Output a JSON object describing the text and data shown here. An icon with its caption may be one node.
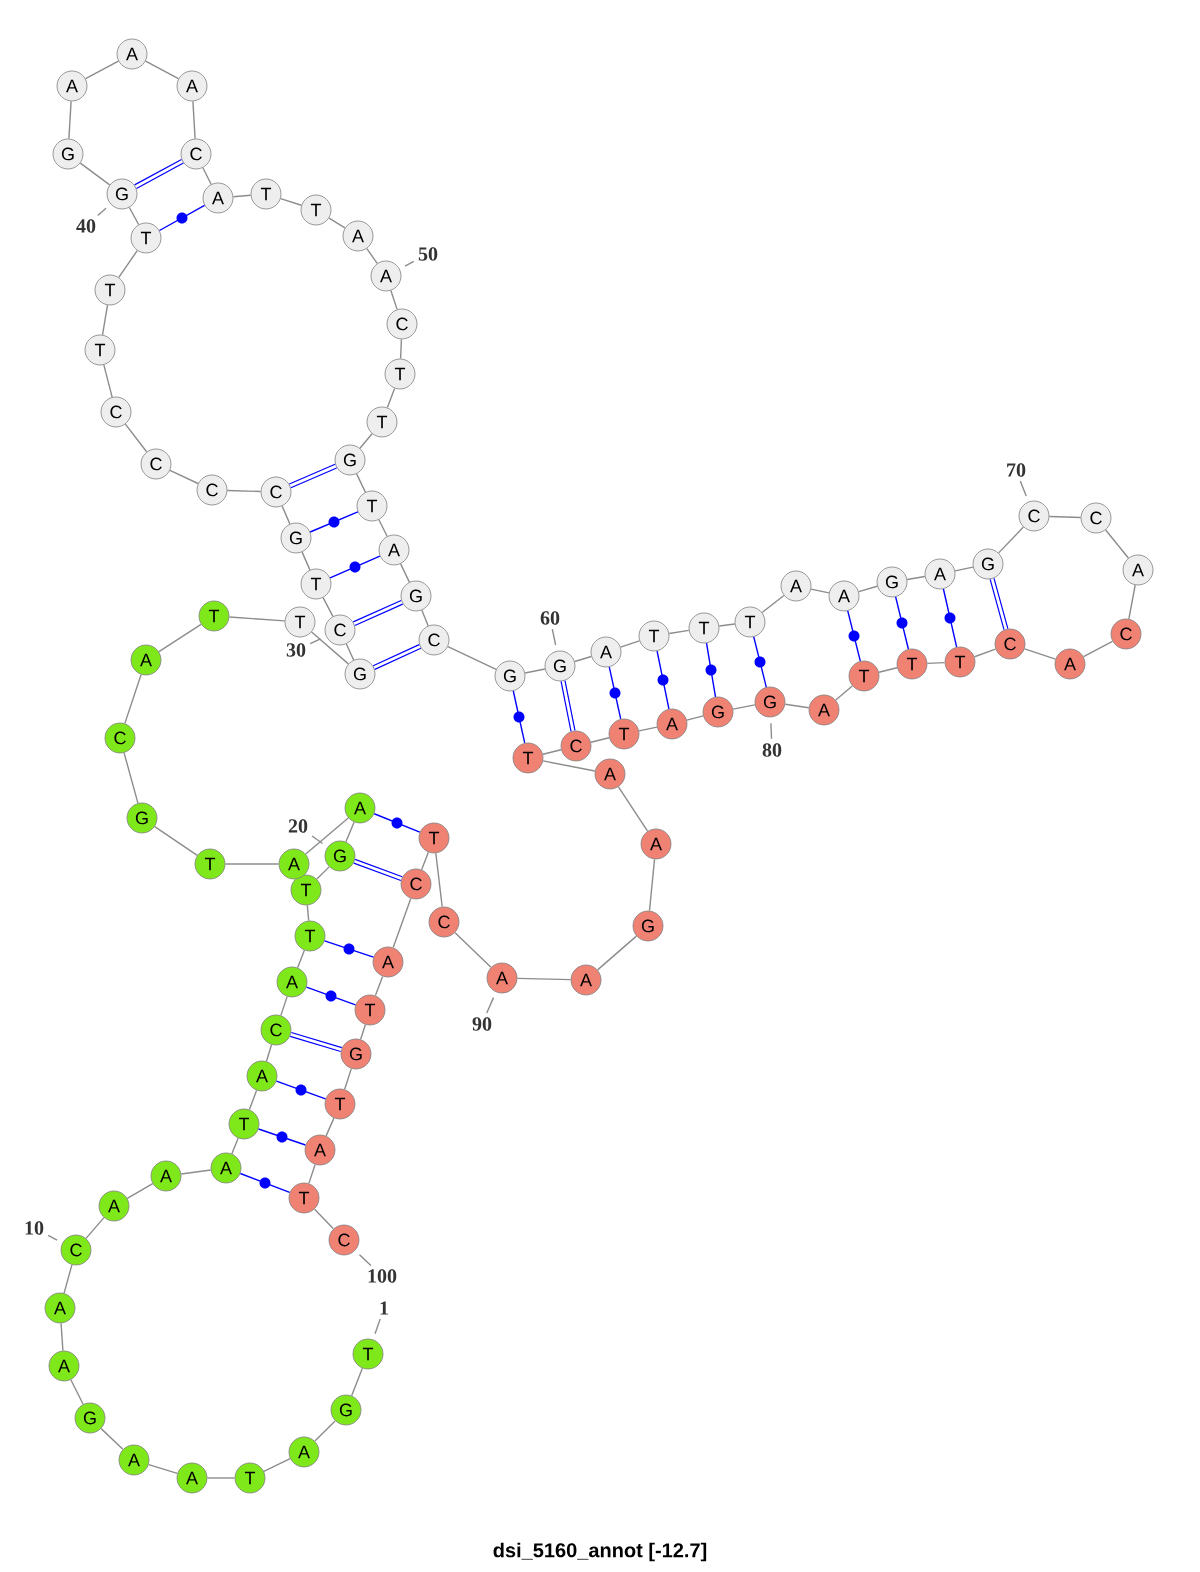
{
  "diagram": {
    "caption": "dsi_5160_annot [-12.7]",
    "nodes": [
      {
        "text": [
          "T"
        ]
      },
      {
        "text": [
          "G"
        ]
      },
      {
        "text": [
          "A"
        ]
      },
      {
        "text": [
          "T"
        ]
      },
      {
        "text": [
          "A"
        ]
      },
      {
        "text": [
          "A"
        ]
      },
      {
        "text": [
          "G"
        ]
      },
      {
        "text": [
          "A"
        ]
      },
      {
        "text": [
          "A"
        ]
      },
      {
        "text": [
          "C"
        ]
      },
      {
        "text": [
          "A"
        ]
      },
      {
        "text": [
          "A"
        ]
      },
      {
        "text": [
          "A"
        ]
      },
      {
        "text": [
          "T"
        ]
      },
      {
        "text": [
          "A"
        ]
      },
      {
        "text": [
          "C"
        ]
      },
      {
        "text": [
          "A"
        ]
      },
      {
        "text": [
          "T"
        ]
      },
      {
        "text": [
          "T"
        ]
      },
      {
        "text": [
          "G"
        ]
      },
      {
        "text": [
          "A"
        ]
      },
      {
        "text": [
          "A"
        ]
      },
      {
        "text": [
          "T"
        ]
      },
      {
        "text": [
          "G"
        ]
      },
      {
        "text": [
          "C"
        ]
      },
      {
        "text": [
          "A"
        ]
      },
      {
        "text": [
          "T"
        ]
      },
      {
        "text": [
          "T"
        ]
      },
      {
        "text": [
          "G"
        ]
      },
      {
        "text": [
          "C"
        ]
      },
      {
        "text": [
          "T"
        ]
      },
      {
        "text": [
          "G"
        ]
      },
      {
        "text": [
          "C"
        ]
      },
      {
        "text": [
          "C"
        ]
      },
      {
        "text": [
          "C"
        ]
      },
      {
        "text": [
          "C"
        ]
      },
      {
        "text": [
          "T"
        ]
      },
      {
        "text": [
          "T"
        ]
      },
      {
        "text": [
          "T"
        ]
      },
      {
        "text": [
          "G"
        ]
      },
      {
        "text": [
          "G"
        ]
      },
      {
        "text": [
          "A"
        ]
      },
      {
        "text": [
          "A"
        ]
      },
      {
        "text": [
          "A"
        ]
      },
      {
        "text": [
          "C"
        ]
      },
      {
        "text": [
          "A"
        ]
      },
      {
        "text": [
          "T"
        ]
      },
      {
        "text": [
          "T"
        ]
      },
      {
        "text": [
          "A"
        ]
      },
      {
        "text": [
          "A"
        ]
      },
      {
        "text": [
          "C"
        ]
      },
      {
        "text": [
          "T"
        ]
      },
      {
        "text": [
          "T"
        ]
      },
      {
        "text": [
          "G"
        ]
      },
      {
        "text": [
          "T"
        ]
      },
      {
        "text": [
          "A"
        ]
      },
      {
        "text": [
          "G"
        ]
      },
      {
        "text": [
          "C"
        ]
      },
      {
        "text": [
          "G"
        ]
      },
      {
        "text": [
          "G"
        ]
      },
      {
        "text": [
          "A"
        ]
      },
      {
        "text": [
          "T"
        ]
      },
      {
        "text": [
          "T"
        ]
      },
      {
        "text": [
          "T"
        ]
      },
      {
        "text": [
          "A"
        ]
      },
      {
        "text": [
          "A"
        ]
      },
      {
        "text": [
          "G"
        ]
      },
      {
        "text": [
          "A"
        ]
      },
      {
        "text": [
          "G"
        ]
      },
      {
        "text": [
          "C"
        ]
      },
      {
        "text": [
          "C"
        ]
      },
      {
        "text": [
          "A"
        ]
      },
      {
        "text": [
          "C"
        ]
      },
      {
        "text": [
          "A"
        ]
      },
      {
        "text": [
          "C"
        ]
      },
      {
        "text": [
          "T"
        ]
      },
      {
        "text": [
          "T"
        ]
      },
      {
        "text": [
          "T"
        ]
      },
      {
        "text": [
          "A"
        ]
      },
      {
        "text": [
          "G"
        ]
      },
      {
        "text": [
          "G"
        ]
      },
      {
        "text": [
          "A"
        ]
      },
      {
        "text": [
          "T"
        ]
      },
      {
        "text": [
          "C"
        ]
      },
      {
        "text": [
          "T"
        ]
      },
      {
        "text": [
          "A"
        ]
      },
      {
        "text": [
          "A"
        ]
      },
      {
        "text": [
          "G"
        ]
      },
      {
        "text": [
          "A"
        ]
      },
      {
        "text": [
          "A"
        ]
      },
      {
        "text": [
          "C"
        ]
      },
      {
        "text": [
          "T"
        ]
      },
      {
        "text": [
          "C"
        ]
      },
      {
        "text": [
          "A"
        ]
      },
      {
        "text": [
          "T"
        ]
      },
      {
        "text": [
          "G"
        ]
      },
      {
        "text": [
          "T"
        ]
      },
      {
        "text": [
          "A"
        ]
      },
      {
        "text": [
          "T"
        ]
      },
      {
        "text": [
          "C"
        ]
      },
      {
        "text": [
          "1"
        ]
      },
      {
        "text": [
          "10"
        ]
      },
      {
        "text": [
          "20"
        ]
      },
      {
        "text": [
          "30"
        ]
      },
      {
        "text": [
          "40"
        ]
      },
      {
        "text": [
          "50"
        ]
      },
      {
        "text": [
          "60"
        ]
      },
      {
        "text": [
          "70"
        ]
      },
      {
        "text": [
          "80"
        ]
      },
      {
        "text": [
          "90"
        ]
      },
      {
        "text": [
          "100"
        ]
      }
    ],
    "edges": [
      {
        "from": 0,
        "to": 1,
        "arrow": "none"
      },
      {
        "from": 1,
        "to": 2,
        "arrow": "none"
      },
      {
        "from": 2,
        "to": 3,
        "arrow": "none"
      },
      {
        "from": 3,
        "to": 4,
        "arrow": "none"
      },
      {
        "from": 4,
        "to": 5,
        "arrow": "none"
      },
      {
        "from": 5,
        "to": 6,
        "arrow": "none"
      },
      {
        "from": 6,
        "to": 7,
        "arrow": "none"
      },
      {
        "from": 7,
        "to": 8,
        "arrow": "none"
      },
      {
        "from": 8,
        "to": 9,
        "arrow": "none"
      },
      {
        "from": 9,
        "to": 10,
        "arrow": "none"
      },
      {
        "from": 10,
        "to": 11,
        "arrow": "none"
      },
      {
        "from": 11,
        "to": 12,
        "arrow": "none"
      },
      {
        "from": 12,
        "to": 13,
        "arrow": "none"
      },
      {
        "from": 13,
        "to": 14,
        "arrow": "none"
      },
      {
        "from": 14,
        "to": 15,
        "arrow": "none"
      },
      {
        "from": 15,
        "to": 16,
        "arrow": "none"
      },
      {
        "from": 16,
        "to": 17,
        "arrow": "none"
      },
      {
        "from": 17,
        "to": 18,
        "arrow": "none"
      },
      {
        "from": 18,
        "to": 19,
        "arrow": "none"
      },
      {
        "from": 19,
        "to": 20,
        "arrow": "none"
      },
      {
        "from": 20,
        "to": 21,
        "arrow": "none"
      },
      {
        "from": 21,
        "to": 22,
        "arrow": "none"
      },
      {
        "from": 22,
        "to": 23,
        "arrow": "none"
      },
      {
        "from": 23,
        "to": 24,
        "arrow": "none"
      },
      {
        "from": 24,
        "to": 25,
        "arrow": "none"
      },
      {
        "from": 25,
        "to": 26,
        "arrow": "none"
      },
      {
        "from": 26,
        "to": 27,
        "arrow": "none"
      },
      {
        "from": 27,
        "to": 28,
        "arrow": "none"
      },
      {
        "from": 28,
        "to": 29,
        "arrow": "none"
      },
      {
        "from": 29,
        "to": 30,
        "arrow": "none"
      },
      {
        "from": 30,
        "to": 31,
        "arrow": "none"
      },
      {
        "from": 31,
        "to": 32,
        "arrow": "none"
      },
      {
        "from": 32,
        "to": 33,
        "arrow": "none"
      },
      {
        "from": 33,
        "to": 34,
        "arrow": "none"
      },
      {
        "from": 34,
        "to": 35,
        "arrow": "none"
      },
      {
        "from": 35,
        "to": 36,
        "arrow": "none"
      },
      {
        "from": 36,
        "to": 37,
        "arrow": "none"
      },
      {
        "from": 37,
        "to": 38,
        "arrow": "none"
      },
      {
        "from": 38,
        "to": 39,
        "arrow": "none"
      },
      {
        "from": 39,
        "to": 40,
        "arrow": "none"
      },
      {
        "from": 40,
        "to": 41,
        "arrow": "none"
      },
      {
        "from": 41,
        "to": 42,
        "arrow": "none"
      },
      {
        "from": 42,
        "to": 43,
        "arrow": "none"
      },
      {
        "from": 43,
        "to": 44,
        "arrow": "none"
      },
      {
        "from": 44,
        "to": 45,
        "arrow": "none"
      },
      {
        "from": 45,
        "to": 46,
        "arrow": "none"
      },
      {
        "from": 46,
        "to": 47,
        "arrow": "none"
      },
      {
        "from": 47,
        "to": 48,
        "arrow": "none"
      },
      {
        "from": 48,
        "to": 49,
        "arrow": "none"
      },
      {
        "from": 49,
        "to": 50,
        "arrow": "none"
      },
      {
        "from": 50,
        "to": 51,
        "arrow": "none"
      },
      {
        "from": 51,
        "to": 52,
        "arrow": "none"
      },
      {
        "from": 52,
        "to": 53,
        "arrow": "none"
      },
      {
        "from": 53,
        "to": 54,
        "arrow": "none"
      },
      {
        "from": 54,
        "to": 55,
        "arrow": "none"
      },
      {
        "from": 55,
        "to": 56,
        "arrow": "none"
      },
      {
        "from": 56,
        "to": 57,
        "arrow": "none"
      },
      {
        "from": 57,
        "to": 58,
        "arrow": "none"
      },
      {
        "from": 58,
        "to": 59,
        "arrow": "none"
      },
      {
        "from": 59,
        "to": 60,
        "arrow": "none"
      },
      {
        "from": 60,
        "to": 61,
        "arrow": "none"
      },
      {
        "from": 61,
        "to": 62,
        "arrow": "none"
      },
      {
        "from": 62,
        "to": 63,
        "arrow": "none"
      },
      {
        "from": 63,
        "to": 64,
        "arrow": "none"
      },
      {
        "from": 64,
        "to": 65,
        "arrow": "none"
      },
      {
        "from": 65,
        "to": 66,
        "arrow": "none"
      },
      {
        "from": 66,
        "to": 67,
        "arrow": "none"
      },
      {
        "from": 67,
        "to": 68,
        "arrow": "none"
      },
      {
        "from": 68,
        "to": 69,
        "arrow": "none"
      },
      {
        "from": 69,
        "to": 70,
        "arrow": "none"
      },
      {
        "from": 70,
        "to": 71,
        "arrow": "none"
      },
      {
        "from": 71,
        "to": 72,
        "arrow": "none"
      },
      {
        "from": 72,
        "to": 73,
        "arrow": "none"
      },
      {
        "from": 73,
        "to": 74,
        "arrow": "none"
      },
      {
        "from": 74,
        "to": 75,
        "arrow": "none"
      },
      {
        "from": 75,
        "to": 76,
        "arrow": "none"
      },
      {
        "from": 76,
        "to": 77,
        "arrow": "none"
      },
      {
        "from": 77,
        "to": 78,
        "arrow": "none"
      },
      {
        "from": 78,
        "to": 79,
        "arrow": "none"
      },
      {
        "from": 79,
        "to": 80,
        "arrow": "none"
      },
      {
        "from": 80,
        "to": 81,
        "arrow": "none"
      },
      {
        "from": 81,
        "to": 82,
        "arrow": "none"
      },
      {
        "from": 82,
        "to": 83,
        "arrow": "none"
      },
      {
        "from": 83,
        "to": 84,
        "arrow": "none"
      },
      {
        "from": 84,
        "to": 85,
        "arrow": "none"
      },
      {
        "from": 85,
        "to": 86,
        "arrow": "none"
      },
      {
        "from": 86,
        "to": 87,
        "arrow": "none"
      },
      {
        "from": 87,
        "to": 88,
        "arrow": "none"
      },
      {
        "from": 88,
        "to": 89,
        "arrow": "none"
      },
      {
        "from": 89,
        "to": 90,
        "arrow": "none"
      },
      {
        "from": 90,
        "to": 91,
        "arrow": "none"
      },
      {
        "from": 91,
        "to": 92,
        "arrow": "none"
      },
      {
        "from": 92,
        "to": 93,
        "arrow": "none"
      },
      {
        "from": 93,
        "to": 94,
        "arrow": "none"
      },
      {
        "from": 94,
        "to": 95,
        "arrow": "none"
      },
      {
        "from": 95,
        "to": 96,
        "arrow": "none"
      },
      {
        "from": 96,
        "to": 97,
        "arrow": "none"
      },
      {
        "from": 97,
        "to": 98,
        "arrow": "none"
      },
      {
        "from": 98,
        "to": 99,
        "arrow": "none"
      },
      {
        "from": 12,
        "to": 98,
        "arrow": "none",
        "color": "#0000ff"
      },
      {
        "from": 13,
        "to": 97,
        "arrow": "none",
        "color": "#0000ff"
      },
      {
        "from": 14,
        "to": 96,
        "arrow": "none",
        "color": "#0000ff"
      },
      {
        "from": 15,
        "to": 95,
        "arrow": "none",
        "color": "#0000ff",
        "style": "thick"
      },
      {
        "from": 16,
        "to": 94,
        "arrow": "none",
        "color": "#0000ff"
      },
      {
        "from": 17,
        "to": 93,
        "arrow": "none",
        "color": "#0000ff"
      },
      {
        "from": 19,
        "to": 92,
        "arrow": "none",
        "color": "#0000ff",
        "style": "thick"
      },
      {
        "from": 20,
        "to": 91,
        "arrow": "none",
        "color": "#0000ff"
      },
      {
        "from": 28,
        "to": 57,
        "arrow": "none",
        "color": "#0000ff",
        "style": "thick"
      },
      {
        "from": 29,
        "to": 56,
        "arrow": "none",
        "color": "#0000ff",
        "style": "thick"
      },
      {
        "from": 30,
        "to": 55,
        "arrow": "none",
        "color": "#0000ff"
      },
      {
        "from": 31,
        "to": 54,
        "arrow": "none",
        "color": "#0000ff"
      },
      {
        "from": 32,
        "to": 53,
        "arrow": "none",
        "color": "#0000ff",
        "style": "thick"
      },
      {
        "from": 38,
        "to": 45,
        "arrow": "none",
        "color": "#0000ff"
      },
      {
        "from": 39,
        "to": 44,
        "arrow": "none",
        "color": "#0000ff",
        "style": "thick"
      },
      {
        "from": 58,
        "to": 84,
        "arrow": "none",
        "color": "#0000ff"
      },
      {
        "from": 59,
        "to": 83,
        "arrow": "none",
        "color": "#0000ff",
        "style": "thick"
      },
      {
        "from": 60,
        "to": 82,
        "arrow": "none",
        "color": "#0000ff"
      },
      {
        "from": 61,
        "to": 81,
        "arrow": "none",
        "color": "#0000ff"
      },
      {
        "from": 62,
        "to": 80,
        "arrow": "none",
        "color": "#0000ff"
      },
      {
        "from": 63,
        "to": 79,
        "arrow": "none",
        "color": "#0000ff"
      },
      {
        "from": 65,
        "to": 77,
        "arrow": "none",
        "color": "#0000ff"
      },
      {
        "from": 66,
        "to": 76,
        "arrow": "none",
        "color": "#0000ff"
      },
      {
        "from": 67,
        "to": 75,
        "arrow": "none",
        "color": "#0000ff"
      },
      {
        "from": 68,
        "to": 74,
        "arrow": "none",
        "color": "#0000ff",
        "style": "thick"
      },
      {
        "from": 100,
        "to": 0,
        "arrow": "none"
      },
      {
        "from": 101,
        "to": 9,
        "arrow": "none"
      },
      {
        "from": 102,
        "to": 19,
        "arrow": "none"
      },
      {
        "from": 103,
        "to": 29,
        "arrow": "none"
      },
      {
        "from": 104,
        "to": 39,
        "arrow": "none"
      },
      {
        "from": 105,
        "to": 49,
        "arrow": "none"
      },
      {
        "from": 106,
        "to": 59,
        "arrow": "none"
      },
      {
        "from": 107,
        "to": 69,
        "arrow": "none"
      },
      {
        "from": 108,
        "to": 79,
        "arrow": "none"
      },
      {
        "from": 109,
        "to": 89,
        "arrow": "none"
      },
      {
        "from": 110,
        "to": 99,
        "arrow": "none"
      }
    ]
  }
}
